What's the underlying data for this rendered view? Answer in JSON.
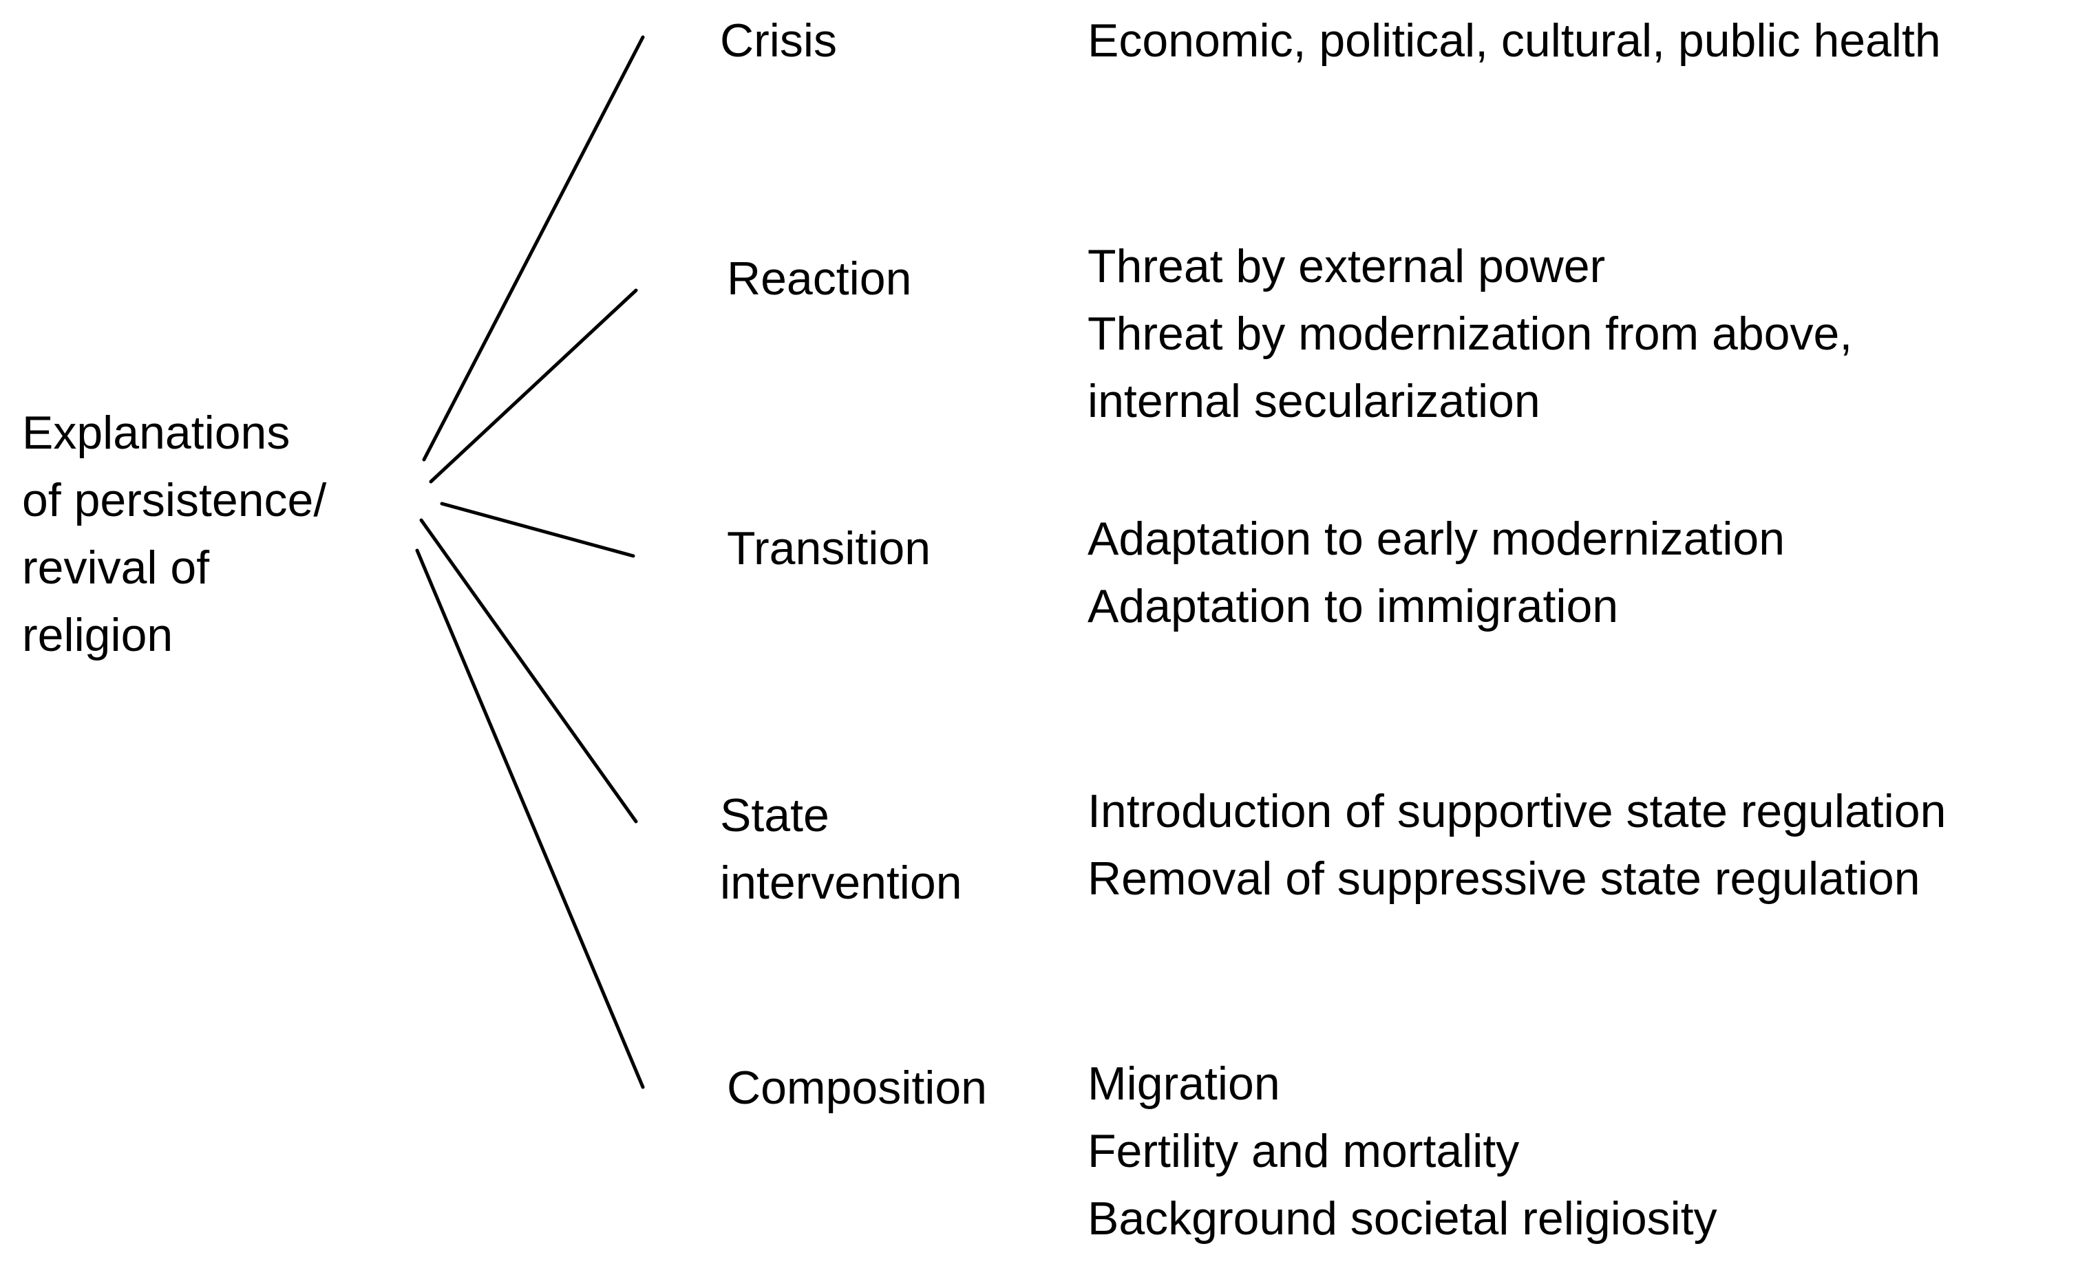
{
  "root": {
    "lines": [
      "Explanations",
      "of persistence/",
      "revival of",
      "religion"
    ]
  },
  "branches": [
    {
      "category": [
        "Crisis"
      ],
      "details": [
        "Economic, political, cultural, public health"
      ]
    },
    {
      "category": [
        "Reaction"
      ],
      "details": [
        "Threat by external power",
        "Threat by modernization from above,",
        "internal secularization"
      ]
    },
    {
      "category": [
        "Transition"
      ],
      "details": [
        "Adaptation to early modernization",
        "Adaptation to immigration"
      ]
    },
    {
      "category": [
        "State",
        "intervention"
      ],
      "details": [
        "Introduction of supportive state regulation",
        "Removal of suppressive state regulation"
      ]
    },
    {
      "category": [
        "Composition"
      ],
      "details": [
        "Migration",
        "Fertility and mortality",
        "Background societal religiosity"
      ]
    }
  ],
  "colors": {
    "line": "#000000",
    "text": "#000000",
    "background": "#ffffff"
  }
}
